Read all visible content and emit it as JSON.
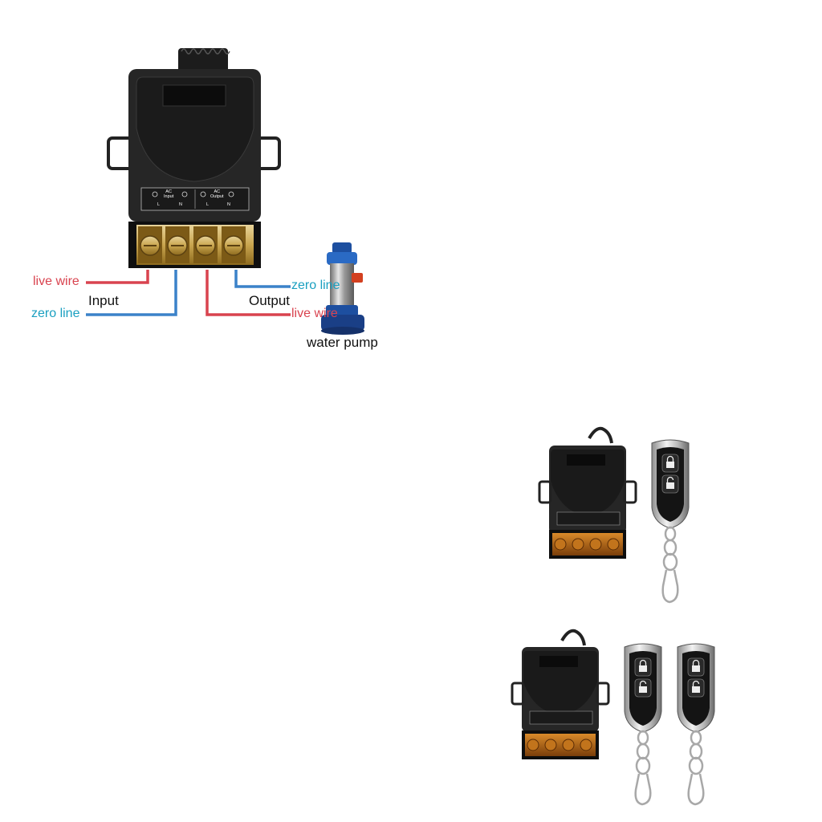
{
  "diagram": {
    "terminals": {
      "input_group": "AC\nInput",
      "output_group": "AC\nOutput",
      "in_l": "L",
      "in_n": "N",
      "out_l": "L",
      "out_n": "N"
    },
    "labels": {
      "input_live": "live wire",
      "input_zero": "zero line",
      "input": "Input",
      "output": "Output",
      "output_zero": "zero line",
      "output_live": "live wire",
      "load": "water pump"
    },
    "colors": {
      "live": "#d9434f",
      "zero": "#3b82c9",
      "housing": "#222222",
      "terminal_block": "#b98d2a"
    }
  },
  "products": {
    "kit_one": {
      "receivers": 1,
      "remotes": 1
    },
    "kit_two": {
      "receivers": 1,
      "remotes": 2
    }
  },
  "icons": [
    "lock-icon",
    "unlock-icon",
    "water-pump-icon",
    "antenna-icon"
  ]
}
